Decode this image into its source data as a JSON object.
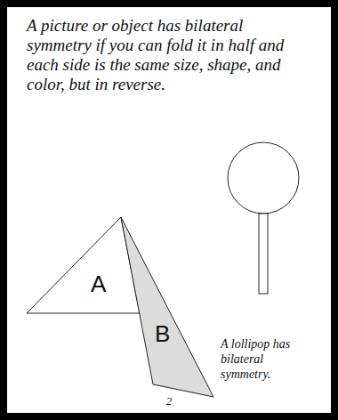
{
  "diagram": {
    "nodes": [
      {
        "text": [
          "A"
        ]
      },
      {
        "text": [
          "B"
        ]
      }
    ],
    "labels": [
      "A picture or object has bilateral symmetry if you can fold it in half and each side is the same size, shape, and color, but in reverse.",
      "A lollipop has bilateral symmetry.",
      "2"
    ]
  }
}
